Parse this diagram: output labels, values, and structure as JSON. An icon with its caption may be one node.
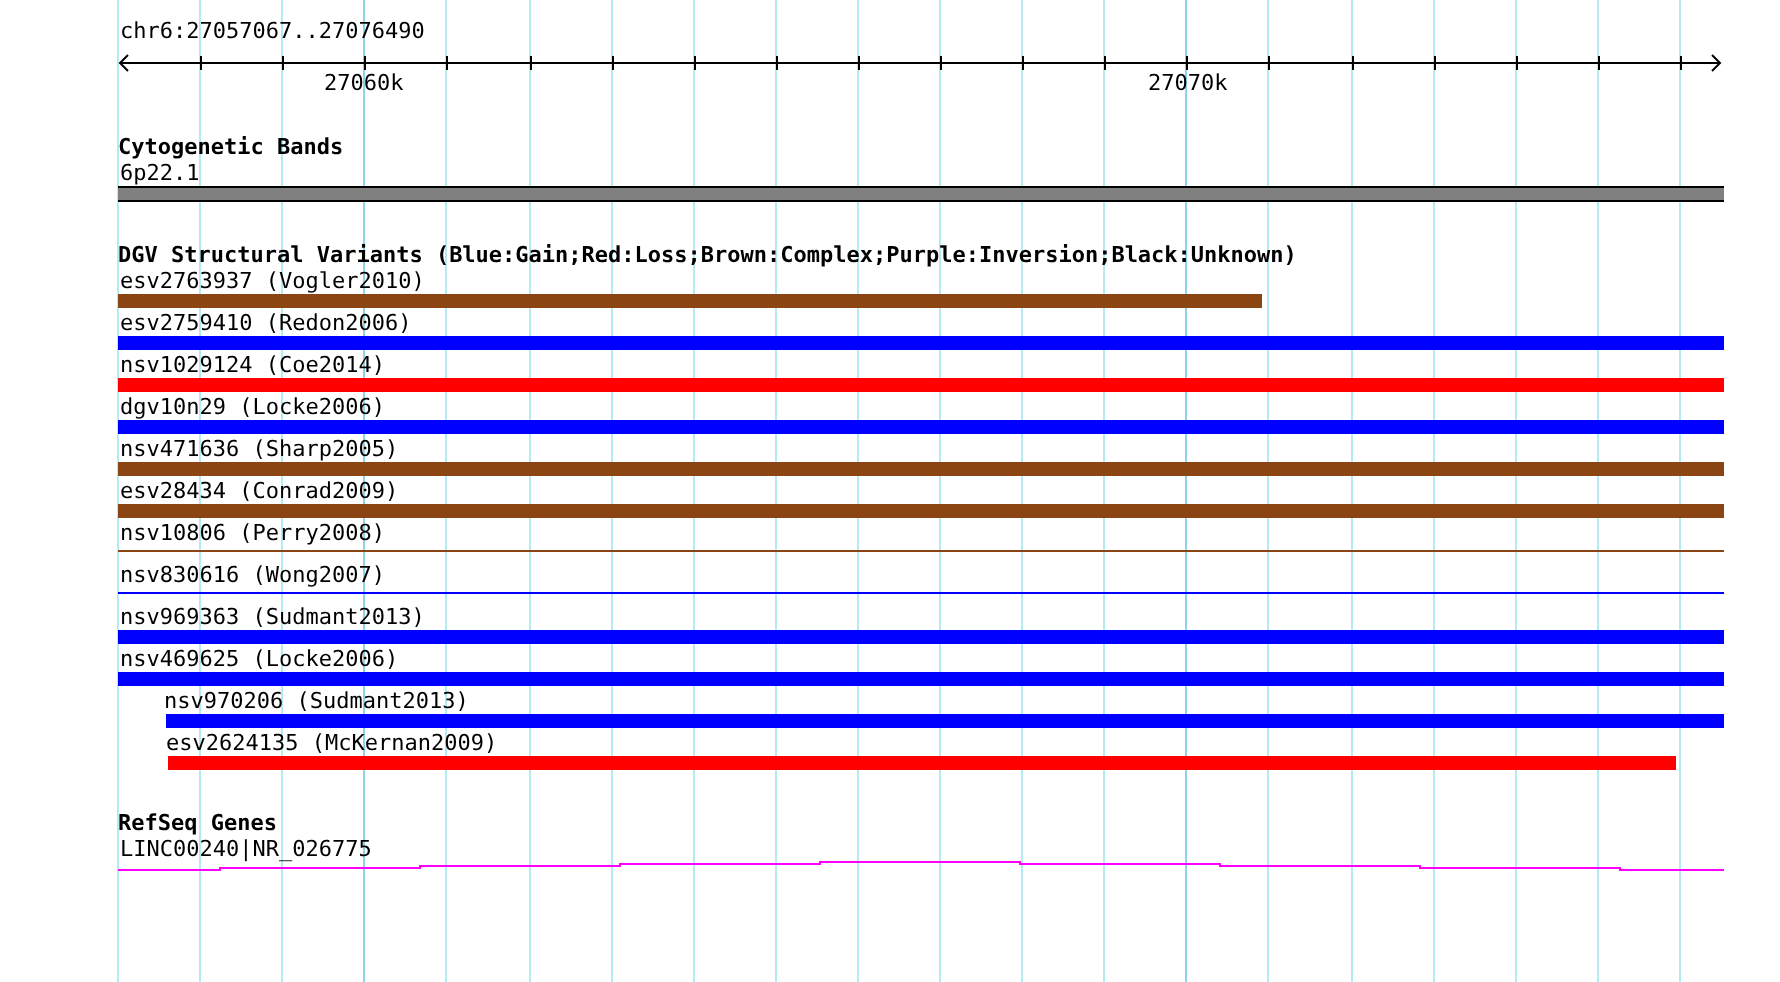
{
  "diagram": {
    "labels": [
      "chr6:27057067..27076490",
      "27060k",
      "27070k",
      "Cytogenetic Bands",
      "6p22.1",
      "DGV Structural Variants (Blue:Gain;Red:Loss;Brown:Complex;Purple:Inversion;Black:Unknown)",
      "esv2763937 (Vogler2010)",
      "esv2759410 (Redon2006)",
      "nsv1029124 (Coe2014)",
      "dgv10n29 (Locke2006)",
      "nsv471636 (Sharp2005)",
      "esv28434 (Conrad2009)",
      "nsv10806 (Perry2008)",
      "nsv830616 (Wong2007)",
      "nsv969363 (Sudmant2013)",
      "nsv469625 (Locke2006)",
      "nsv970206 (Sudmant2013)",
      "esv2624135 (McKernan2009)",
      "RefSeq Genes",
      "LINC00240|NR_026775"
    ]
  }
}
